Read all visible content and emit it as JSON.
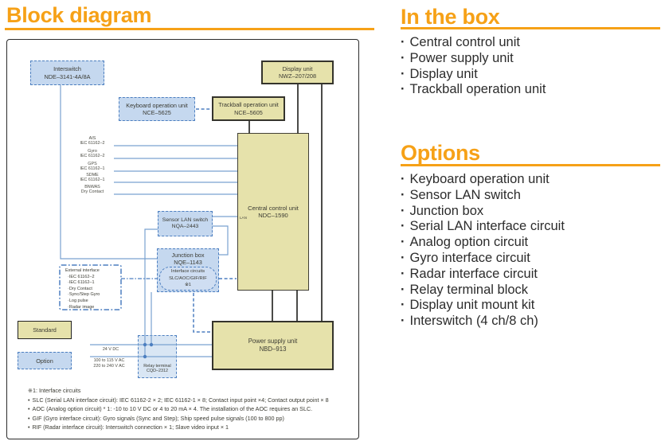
{
  "page": {
    "title": "Block diagram",
    "accent_color": "#f6a117"
  },
  "bullet_dot": "·",
  "bullet_round": "•",
  "diagram": {
    "boxes": {
      "interswitch": {
        "line1": "Interswitch",
        "line2": "NDE–3141-4A/8A"
      },
      "display_unit": {
        "line1": "Display unit",
        "line2": "NWZ–207/208"
      },
      "keyboard": {
        "line1": "Keyboard operation unit",
        "line2": "NCE–5625"
      },
      "trackball": {
        "line1": "Trackball operation unit",
        "line2": "NCE–5605"
      },
      "central": {
        "line1": "Central control unit",
        "line2": "NDC–1590"
      },
      "sensor_lan": {
        "line1": "Sensor LAN switch",
        "line2": "NQA–2443"
      },
      "junction": {
        "line1": "Junction box",
        "line2": "NQE–1143"
      },
      "interface_circuits": {
        "line1": "Interface circuits",
        "line2": "SLC/AOC/GIF/RIF",
        "line3": "※1"
      },
      "relay": {
        "line1": "Relay terminal",
        "line2": "CQD–2312"
      },
      "power": {
        "line1": "Power supply unit",
        "line2": "NBD–913"
      }
    },
    "lan_label": "LAN",
    "signals": [
      {
        "line1": "AIS",
        "line2": "IEC 61162–2"
      },
      {
        "line1": "Gyro",
        "line2": "IEC 61162–2"
      },
      {
        "line1": "GPS",
        "line2": "IEC 61162–1"
      },
      {
        "line1": "SDME",
        "line2": "IEC 61162–1"
      },
      {
        "line1": "BNWAS",
        "line2": "Dry Contact"
      }
    ],
    "external_interface": {
      "title": "External interface",
      "items": [
        "IEC 61162–2",
        "IEC 61162–1",
        "Dry Contact",
        "Sync/Step Gyro",
        "Log pulse",
        "Radar image"
      ]
    },
    "legend": {
      "standard": "Standard",
      "option": "Option"
    },
    "power_labels": {
      "dc": "24 V DC",
      "ac1": "100 to 115 V AC",
      "ac2": "220 to 240 V AC"
    },
    "footnotes": {
      "title": "※1: Interface circuits",
      "items": [
        "SLC (Serial LAN interface circuit): IEC 61162-2 × 2; IEC 61162-1 × 8; Contact input point ×4; Contact output point × 8",
        "AOC (Analog option circuit) * 1: -10 to 10 V DC or 4 to 20 mA × 4. The installation of the AOC requires an SLC.",
        "GIF (Gyro interface circuit): Gyro signals (Sync and Step); Ship speed pulse signals (100 to 800 pp)",
        "RIF (Radar interface circuit): Interswitch connection × 1; Slave video input × 1"
      ]
    }
  },
  "in_the_box": {
    "title": "In the box",
    "items": [
      "Central control unit",
      "Power supply unit",
      "Display unit",
      "Trackball operation unit"
    ]
  },
  "options": {
    "title": "Options",
    "items": [
      "Keyboard operation unit",
      "Sensor LAN switch",
      "Junction box",
      "Serial LAN interface circuit",
      "Analog option circuit",
      "Gyro interface circuit",
      "Radar interface circuit",
      "Relay terminal block",
      "Display unit mount kit",
      "Interswitch (4 ch/8 ch)"
    ]
  }
}
